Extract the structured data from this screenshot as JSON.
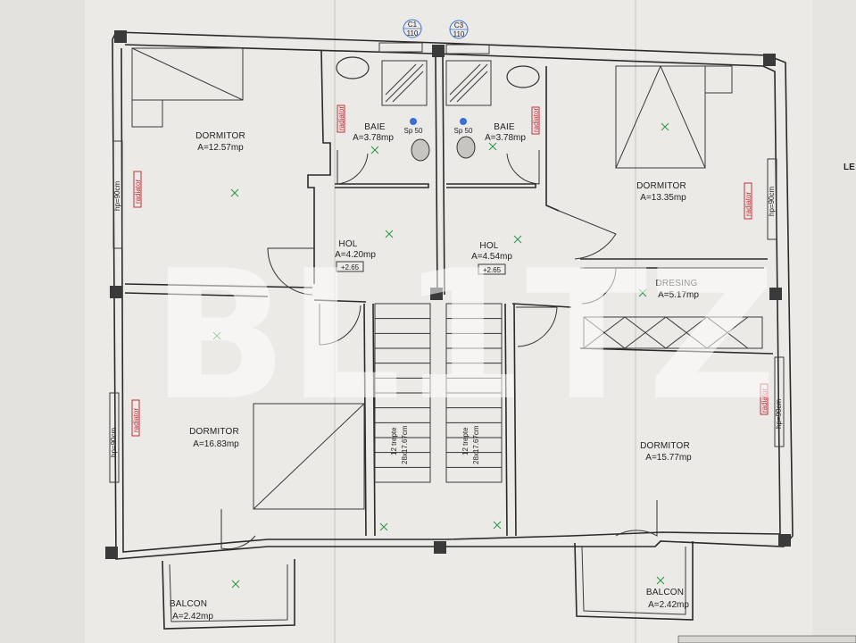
{
  "plan": {
    "rooms": [
      {
        "id": "dormitor-nw",
        "name": "DORMITOR",
        "area": "A=12.57mp"
      },
      {
        "id": "baie-w",
        "name": "BAIE",
        "area": "A=3.78mp"
      },
      {
        "id": "baie-e",
        "name": "BAIE",
        "area": "A=3.78mp"
      },
      {
        "id": "dormitor-ne",
        "name": "DORMITOR",
        "area": "A=13.35mp"
      },
      {
        "id": "hol-w",
        "name": "HOL",
        "area": "A=4.20mp",
        "level": "+2.65"
      },
      {
        "id": "hol-e",
        "name": "HOL",
        "area": "A=4.54mp",
        "level": "+2.65"
      },
      {
        "id": "dresing",
        "name": "DRESING",
        "area": "A=5.17mp"
      },
      {
        "id": "dormitor-sw",
        "name": "DORMITOR",
        "area": "A=16.83mp"
      },
      {
        "id": "dormitor-se",
        "name": "DORMITOR",
        "area": "A=15.77mp"
      },
      {
        "id": "balcon-w",
        "name": "BALCON",
        "area": "A=2.42mp"
      },
      {
        "id": "balcon-e",
        "name": "BALCON",
        "area": "A=2.42mp"
      }
    ],
    "stairs": {
      "line1": "12 trepte",
      "line2": "28x17.67cm"
    },
    "radiator_label": "radiator",
    "window_label": "hp=90cm",
    "sink_label": "Sp 50",
    "vent_labels": [
      {
        "top": "C1",
        "bottom": "110"
      },
      {
        "top": "C3",
        "bottom": "110"
      }
    ],
    "watermark": "BL1TZ",
    "edge_text": "LE"
  },
  "colors": {
    "paper": "#eceae6",
    "wall": "#2a2a2a",
    "outlet": "#2e9a4a",
    "radiator": "#c0303a",
    "sink": "#3b6fd6"
  }
}
